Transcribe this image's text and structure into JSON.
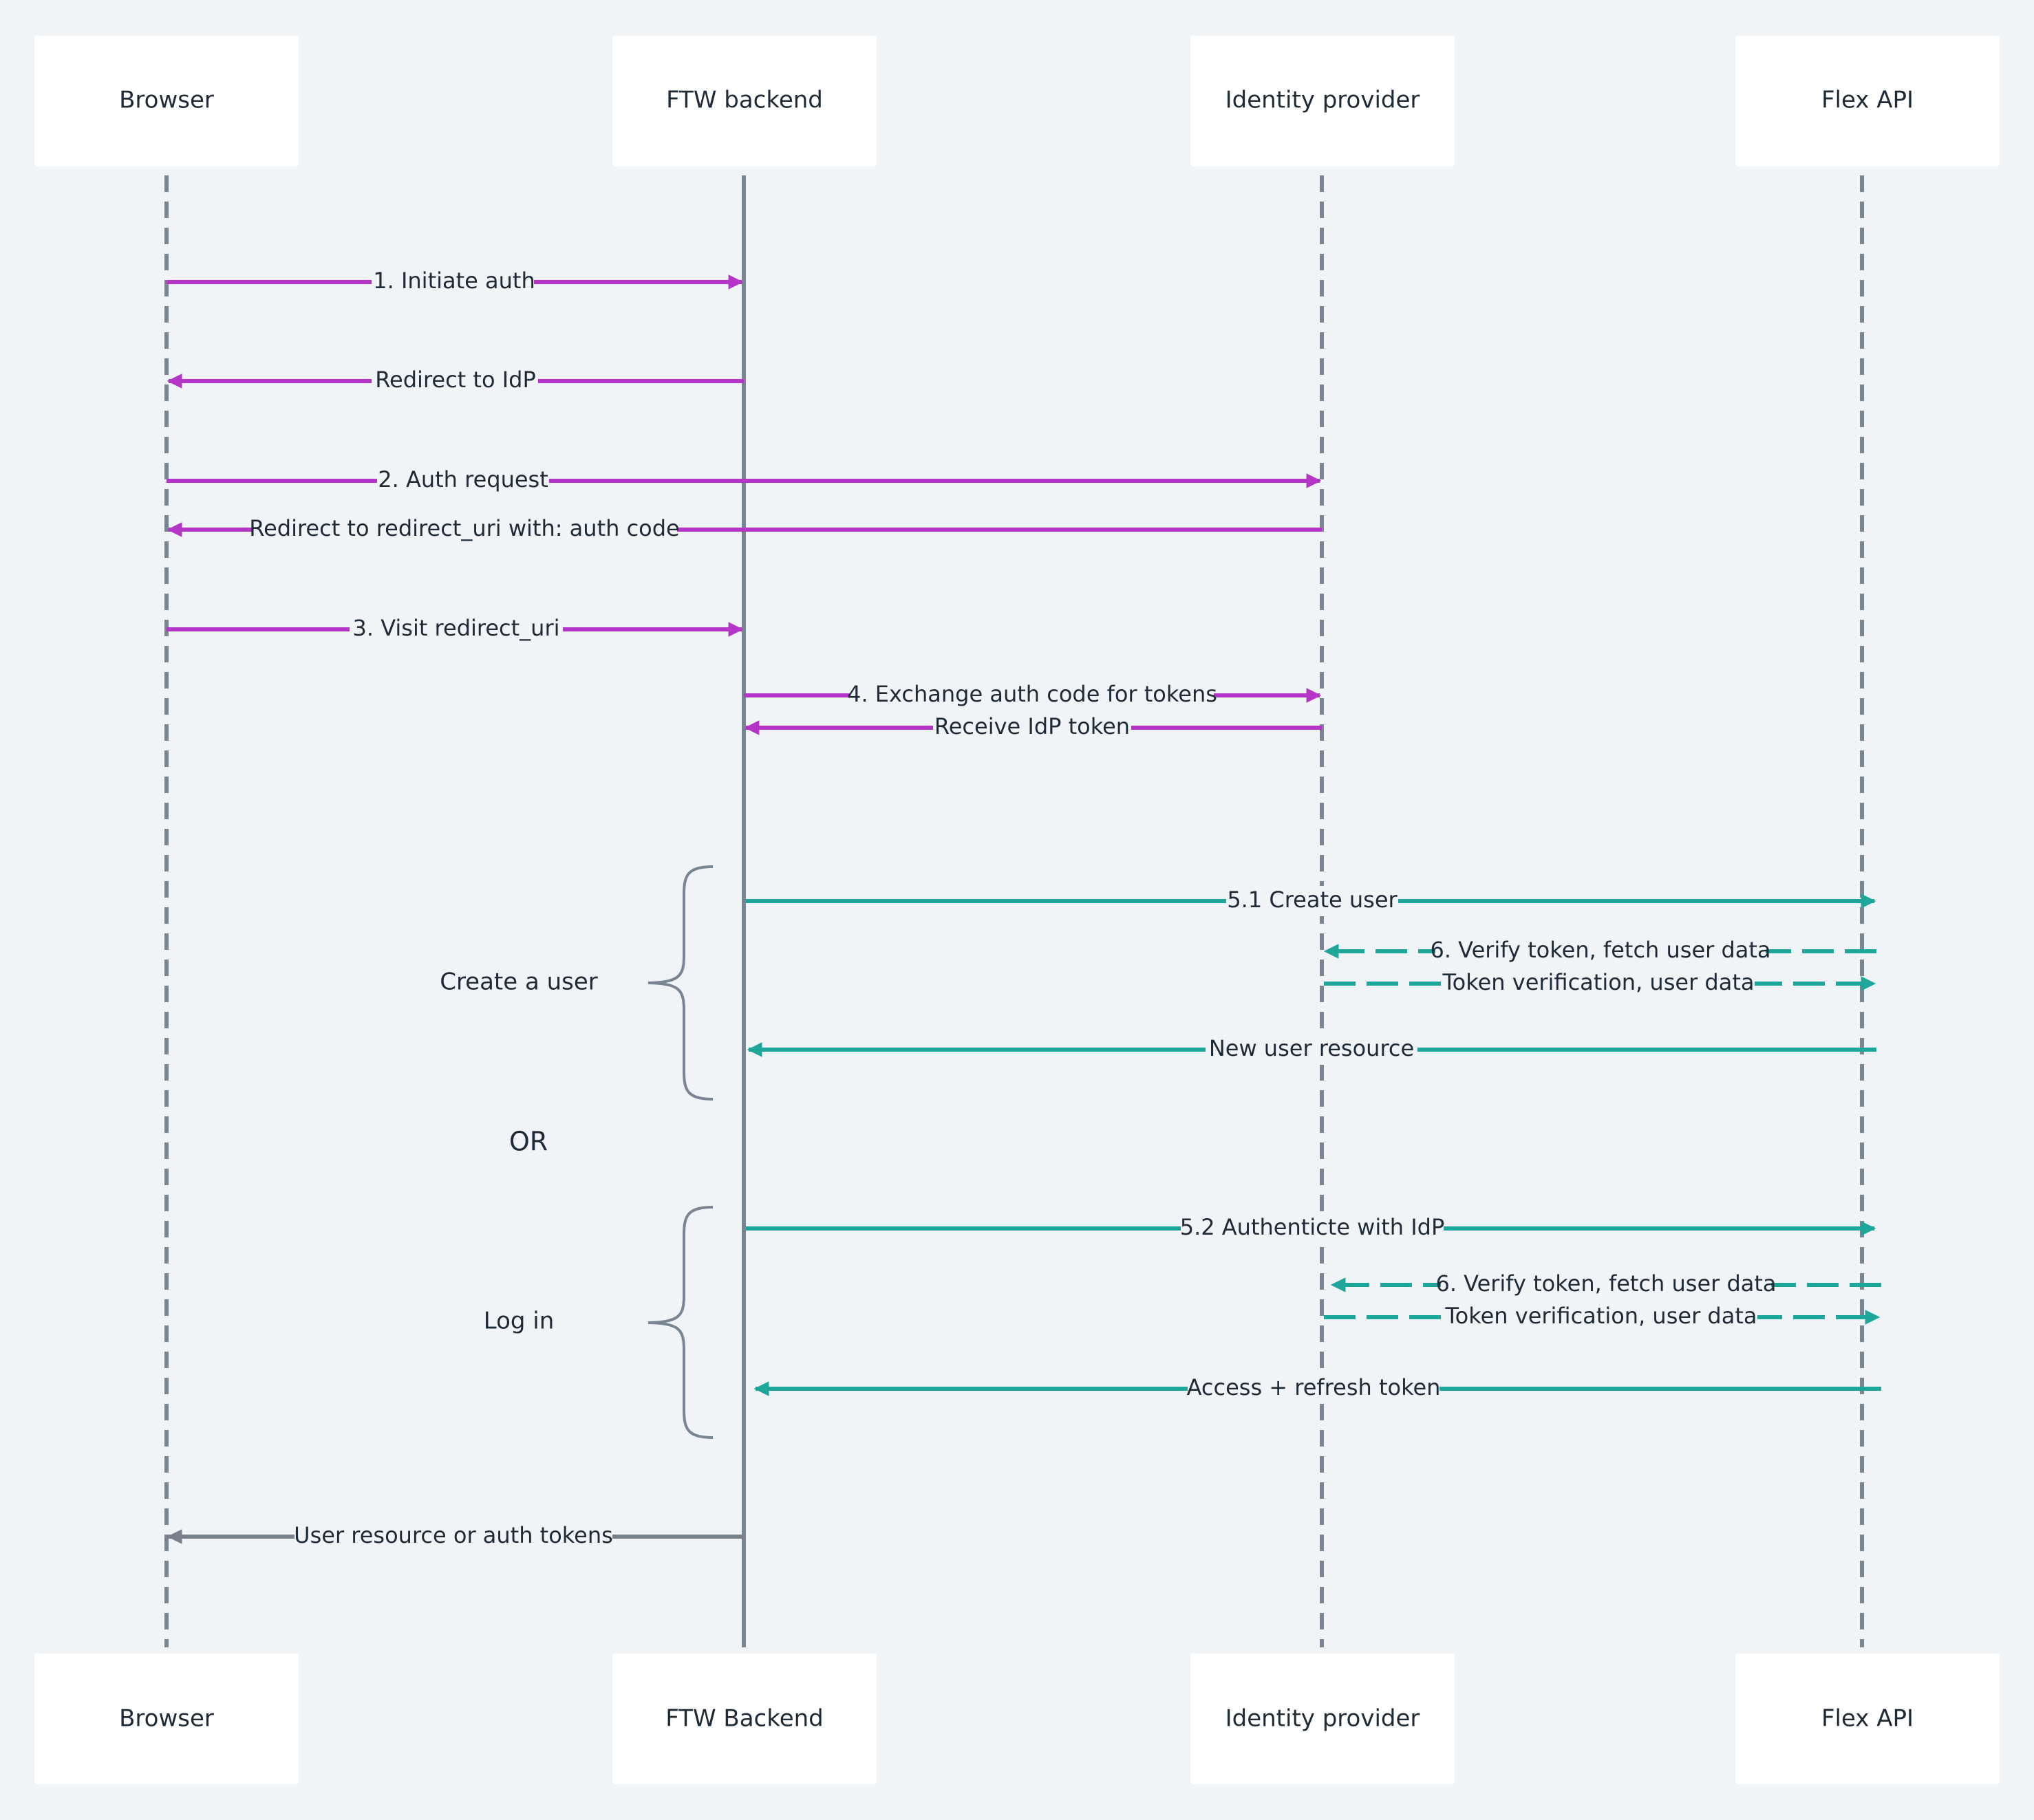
{
  "actors_top": [
    "Browser",
    "FTW backend",
    "Identity provider",
    "Flex API"
  ],
  "actors_bottom": [
    "Browser",
    "FTW Backend",
    "Identity provider",
    "Flex API"
  ],
  "messages": {
    "m1": "1. Initiate auth",
    "m2": "Redirect to IdP",
    "m3": "2. Auth request",
    "m4": "Redirect to redirect_uri with: auth code",
    "m5": "3. Visit redirect_uri",
    "m6": "4. Exchange auth code for tokens",
    "m7": "Receive IdP token",
    "m8": "5.1 Create user",
    "m9": "6. Verify token, fetch user data",
    "m10": "Token verification, user data",
    "m11": "New user resource",
    "m12": "5.2 Authenticte with IdP",
    "m13": "6. Verify token, fetch user data",
    "m14": "Token verification, user data",
    "m15": "Access + refresh token",
    "m16": "User resource or auth tokens"
  },
  "groups": {
    "create": "Create a user",
    "or": "OR",
    "login": "Log in"
  },
  "colors": {
    "background": "#f0f4f7",
    "lifeline": "#7a8593",
    "magenta": "#b535c9",
    "teal": "#1fa69a",
    "gray_arrow": "#78808c",
    "box": "#ffffff",
    "text": "#1f2a37"
  }
}
